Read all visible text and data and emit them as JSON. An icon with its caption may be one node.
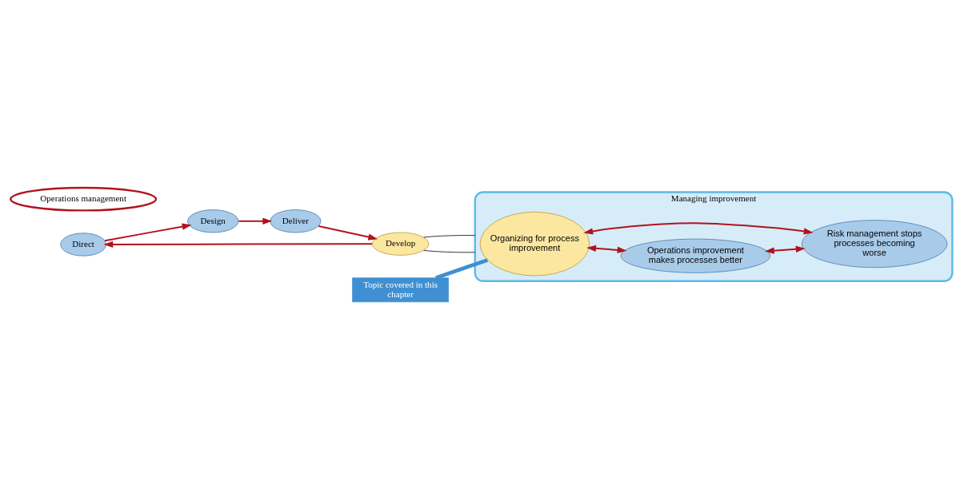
{
  "diagram": {
    "nodes": [
      {
        "text": [
          "Direct"
        ]
      },
      {
        "text": [
          "Design"
        ]
      },
      {
        "text": [
          "Operations management"
        ]
      },
      {
        "text": [
          "Develop"
        ]
      },
      {
        "text": [
          "Deliver"
        ]
      },
      {
        "text": [
          "Managing improvement"
        ]
      },
      {
        "text": [
          "Organizing for process improvement"
        ],
        "in": 5
      },
      {
        "text": [
          "Operations improvement makes processes better"
        ],
        "in": 5
      },
      {
        "text": [
          "Risk management stops processes becoming worse"
        ],
        "in": 5
      },
      {
        "text": [
          "Topic covered in this chapter"
        ]
      }
    ],
    "edges": [
      {
        "from": 0,
        "to": 1,
        "arrow": "to"
      },
      {
        "from": 1,
        "to": 4,
        "arrow": "to"
      },
      {
        "from": 4,
        "to": 3,
        "arrow": "to"
      },
      {
        "from": 3,
        "to": 0,
        "arrow": "to"
      },
      {
        "from": 6,
        "to": 7,
        "arrow": "both"
      },
      {
        "from": 7,
        "to": 8,
        "arrow": "both"
      },
      {
        "from": 6,
        "to": 8,
        "arrow": "both"
      },
      {
        "from": 3,
        "to": 5,
        "arrow": "none",
        "color": "#000000"
      },
      {
        "from": 3,
        "to": 5,
        "arrow": "none",
        "color": "#000000"
      },
      {
        "from": 9,
        "to": 6,
        "arrow": "none",
        "style": "thick",
        "color": "#3f8fd2"
      }
    ]
  }
}
